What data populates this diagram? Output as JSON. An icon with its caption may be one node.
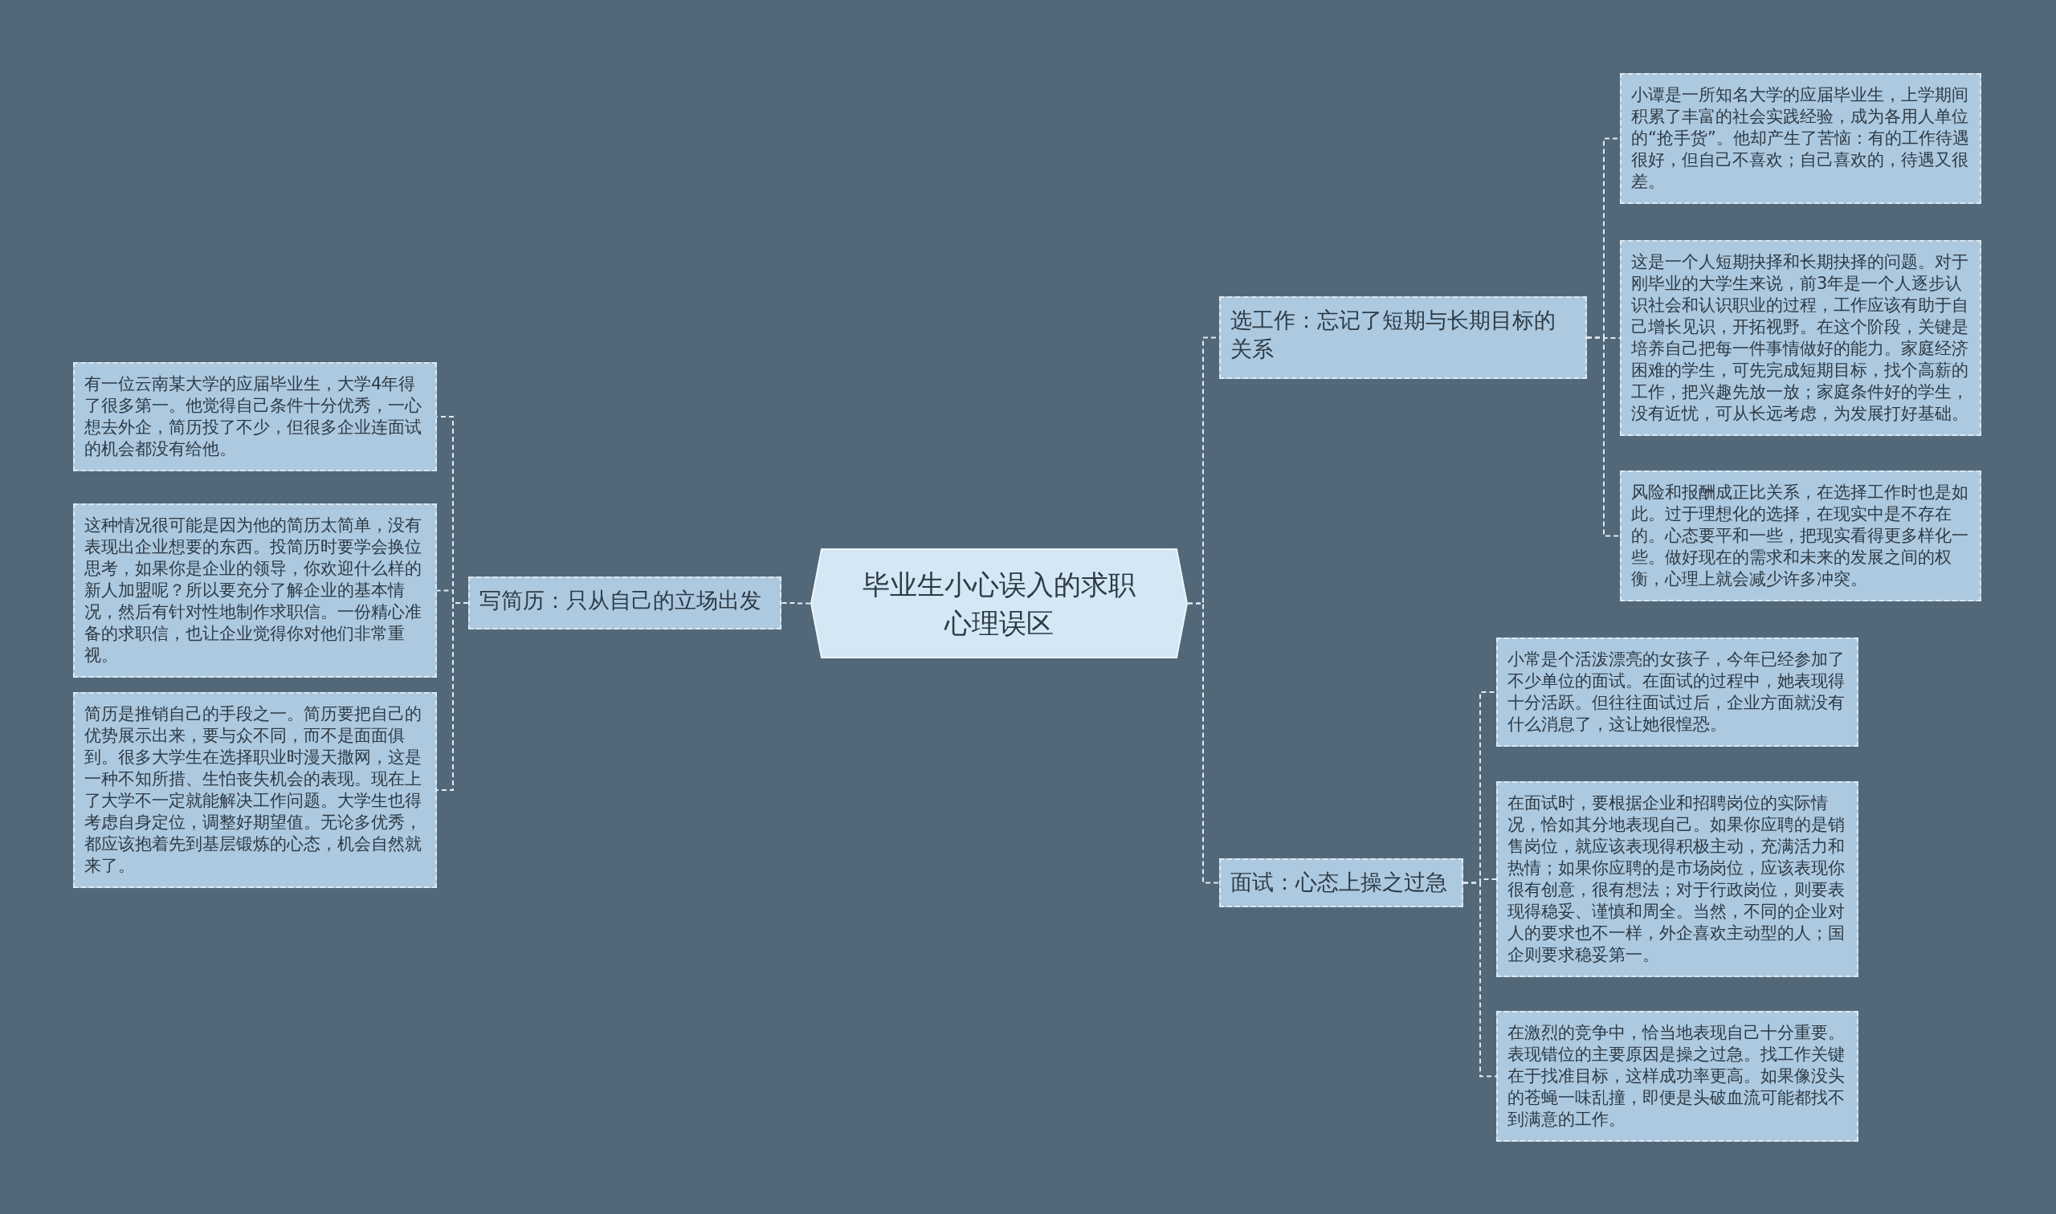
{
  "diagram": {
    "nodes": [
      {
        "text": [
          "毕业生小心误入的求职心理误区"
        ]
      },
      {
        "text": [
          "写简历：只从自己的立场出发"
        ]
      },
      {
        "text": [
          "有一位云南某大学的应届毕业生，大学4年得了很多第一。他觉得自己条件十分优秀，一心想去外企，简历投了不少，但很多企业连面试的机会都没有给他。"
        ]
      },
      {
        "text": [
          "这种情况很可能是因为他的简历太简单，没有表现出企业想要的东西。投简历时要学会换位思考，如果你是企业的领导，你欢迎什么样的新人加盟呢？所以要充分了解企业的基本情况，然后有针对性地制作求职信。一份精心准备的求职信，也让企业觉得你对他们非常重视。"
        ]
      },
      {
        "text": [
          "简历是推销自己的手段之一。简历要把自己的优势展示出来，要与众不同，而不是面面俱到。很多大学生在选择职业时漫天撒网，这是一种不知所措、生怕丧失机会的表现。现在上了大学不一定就能解决工作问题。大学生也得考虑自身定位，调整好期望值。无论多优秀，都应该抱着先到基层锻炼的心态，机会自然就来了。"
        ]
      },
      {
        "text": [
          "选工作：忘记了短期与长期目标的关系"
        ]
      },
      {
        "text": [
          "小谭是一所知名大学的应届毕业生，上学期间积累了丰富的社会实践经验，成为各用人单位的“抢手货”。他却产生了苦恼：有的工作待遇很好，但自己不喜欢；自己喜欢的，待遇又很差。"
        ]
      },
      {
        "text": [
          "这是一个人短期抉择和长期抉择的问题。对于刚毕业的大学生来说，前3年是一个人逐步认识社会和认识职业的过程，工作应该有助于自己增长见识，开拓视野。在这个阶段，关键是培养自己把每一件事情做好的能力。家庭经济困难的学生，可先完成短期目标，找个高薪的工作，把兴趣先放一放；家庭条件好的学生，没有近忧，可从长远考虑，为发展打好基础。"
        ]
      },
      {
        "text": [
          "风险和报酬成正比关系，在选择工作时也是如此。过于理想化的选择，在现实中是不存在的。心态要平和一些，把现实看得更多样化一些。做好现在的需求和未来的发展之间的权衡，心理上就会减少许多冲突。"
        ]
      },
      {
        "text": [
          "面试：心态上操之过急"
        ]
      },
      {
        "text": [
          "小常是个活泼漂亮的女孩子，今年已经参加了不少单位的面试。在面试的过程中，她表现得十分活跃。但往往面试过后，企业方面就没有什么消息了，这让她很惶恐。"
        ]
      },
      {
        "text": [
          "在面试时，要根据企业和招聘岗位的实际情况，恰如其分地表现自己。如果你应聘的是销售岗位，就应该表现得积极主动，充满活力和热情；如果你应聘的是市场岗位，应该表现你很有创意，很有想法；对于行政岗位，则要表现得稳妥、谨慎和周全。当然，不同的企业对人的要求也不一样，外企喜欢主动型的人；国企则要求稳妥第一。"
        ]
      },
      {
        "text": [
          "在激烈的竞争中，恰当地表现自己十分重要。表现错位的主要原因是操之过急。找工作关键在于找准目标，这样成功率更高。如果像没头的苍蝇一味乱撞，即便是头破血流可能都找不到满意的工作。"
        ]
      }
    ],
    "edges": [
      {
        "from": 0,
        "to": 1,
        "arrow": "none"
      },
      {
        "from": 1,
        "to": 2,
        "arrow": "none"
      },
      {
        "from": 1,
        "to": 3,
        "arrow": "none"
      },
      {
        "from": 1,
        "to": 4,
        "arrow": "none"
      },
      {
        "from": 0,
        "to": 5,
        "arrow": "none"
      },
      {
        "from": 5,
        "to": 6,
        "arrow": "none"
      },
      {
        "from": 5,
        "to": 7,
        "arrow": "none"
      },
      {
        "from": 5,
        "to": 8,
        "arrow": "none"
      },
      {
        "from": 0,
        "to": 9,
        "arrow": "none"
      },
      {
        "from": 9,
        "to": 10,
        "arrow": "none"
      },
      {
        "from": 9,
        "to": 11,
        "arrow": "none"
      },
      {
        "from": 9,
        "to": 12,
        "arrow": "none"
      }
    ]
  }
}
